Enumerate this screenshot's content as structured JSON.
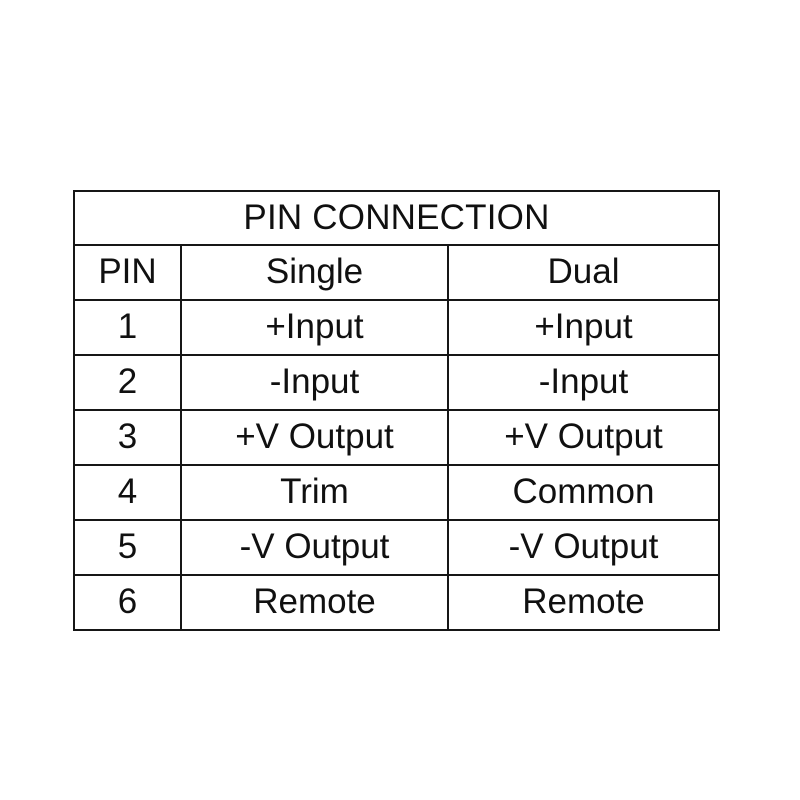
{
  "page": {
    "background_color": "#ffffff",
    "text_color": "#101010",
    "border_color": "#161616"
  },
  "table": {
    "title": "PIN CONNECTION",
    "columns": [
      "PIN",
      "Single",
      "Dual"
    ],
    "rows": [
      {
        "pin": "1",
        "single": "+Input",
        "dual": "+Input"
      },
      {
        "pin": "2",
        "single": "-Input",
        "dual": "-Input"
      },
      {
        "pin": "3",
        "single": "+V Output",
        "dual": "+V Output"
      },
      {
        "pin": "4",
        "single": "Trim",
        "dual": "Common"
      },
      {
        "pin": "5",
        "single": "-V Output",
        "dual": "-V Output"
      },
      {
        "pin": "6",
        "single": "Remote",
        "dual": "Remote"
      }
    ]
  }
}
